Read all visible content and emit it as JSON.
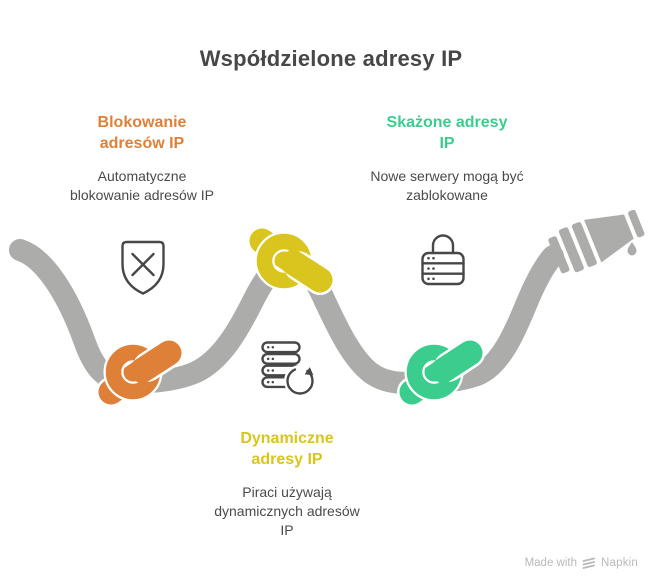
{
  "title": "Współdzielone adresy IP",
  "sections": [
    {
      "heading": "Blokowanie adresów IP",
      "body": "Automatyczne blokowanie adresów IP",
      "color": "#DF8038",
      "icon": "shield-x-icon"
    },
    {
      "heading": "Skażone adresy IP",
      "body": "Nowe serwery mogą być zablokowane",
      "color": "#3BCD8E",
      "icon": "server-lock-icon"
    },
    {
      "heading": "Dynamiczne adresy IP",
      "body": "Piraci używają dynamicznych adresów IP",
      "color": "#D9C51D",
      "icon": "server-refresh-icon"
    }
  ],
  "rope": {
    "color": "#ACACAA"
  },
  "icons": {
    "stroke_color": "#474747"
  },
  "footer": {
    "made_with": "Made with",
    "brand": "Napkin",
    "color": "#B9B9B9",
    "logo": "napkin-logo-icon"
  }
}
